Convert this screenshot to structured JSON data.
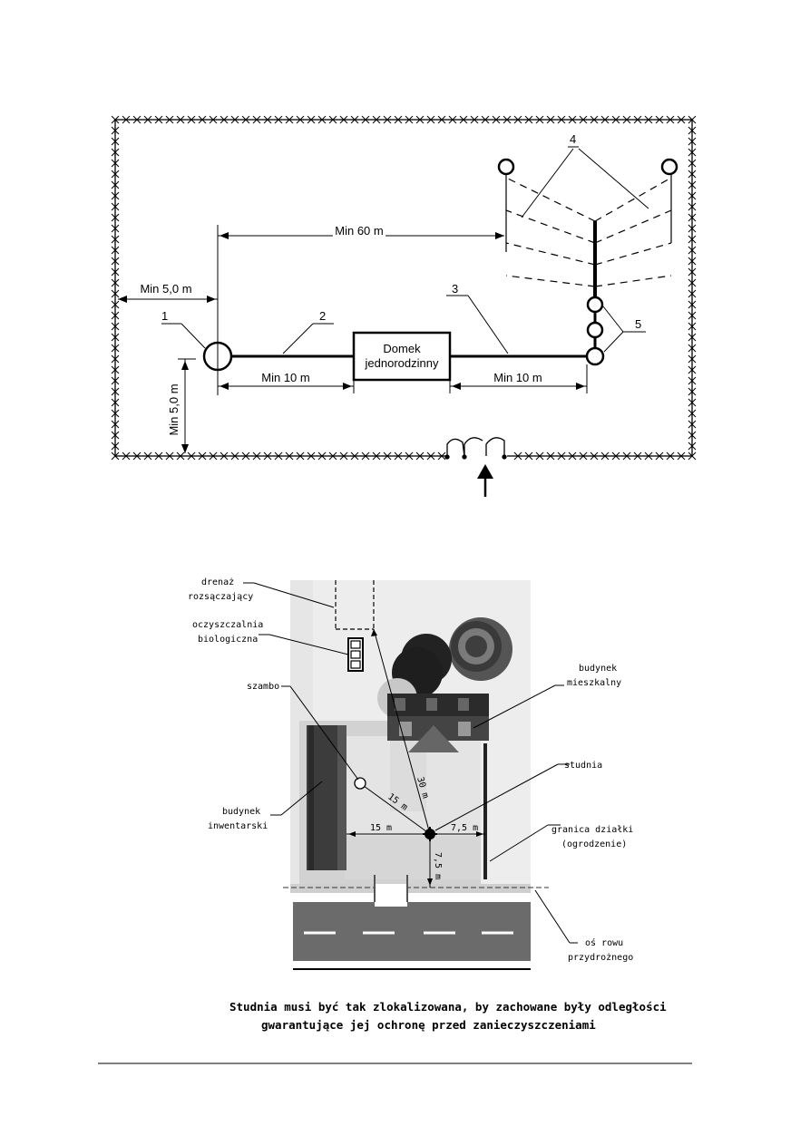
{
  "diagram1": {
    "dimensions": {
      "min_60": "Min 60 m",
      "min_5_left": "Min 5,0 m",
      "min_5_bottom": "Min 5,0 m",
      "min_10_left": "Min 10 m",
      "min_10_right": "Min 10 m"
    },
    "house_line1": "Domek",
    "house_line2": "jednorodzinny",
    "markers": [
      "1",
      "2",
      "3",
      "4",
      "5"
    ]
  },
  "diagram2": {
    "labels": {
      "drain_1": "drenaż",
      "drain_2": "rozsączający",
      "plant_1": "oczyszczalnia",
      "plant_2": "biologiczna",
      "cesspool": "szambo",
      "house_1": "budynek",
      "house_2": "mieszkalny",
      "well": "studnia",
      "livestock_1": "budynek",
      "livestock_2": "inwentarski",
      "border_1": "granica działki",
      "border_2": "(ogrodzenie)",
      "ditch_1": "oś rowu",
      "ditch_2": "przydrożnego"
    },
    "distances": {
      "d30": "30 m",
      "d15_diag": "15 m",
      "d15_horiz": "15 m",
      "d75_right": "7,5 m",
      "d75_down": "7,5 m"
    },
    "caption_line1": "Studnia musi być tak zlokalizowana, by zachowane były odległości",
    "caption_line2": "gwarantujące jej ochronę przed zanieczyszczeniami"
  }
}
